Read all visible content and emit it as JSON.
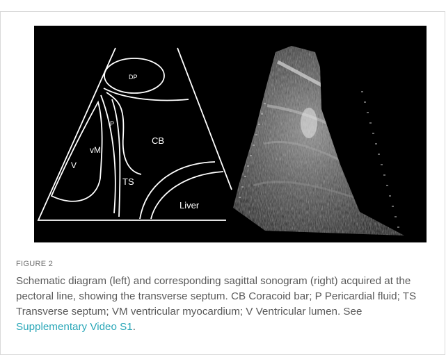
{
  "figure": {
    "number_label": "FIGURE 2",
    "caption_text": "Schematic diagram (left) and corresponding sagittal sonogram (right) acquired at the pectoral line, showing the transverse septum. CB Coracoid bar; P Pericardial fluid; TS Transverse septum; VM ventricular myocardium; V Ventricular lumen. See ",
    "caption_link": "Supplementary Video S1",
    "caption_end": ".",
    "link_color": "#2aa7b8"
  },
  "schematic": {
    "labels": {
      "dp": "DP",
      "cb": "CB",
      "p": "P",
      "vm": "vM",
      "v": "V",
      "ts": "TS",
      "liver": "Liver"
    }
  }
}
